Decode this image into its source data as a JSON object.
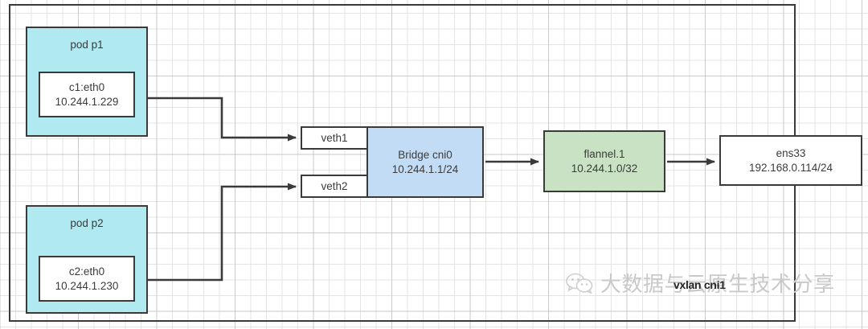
{
  "diagram": {
    "title": "kubernetes flannel vxlan pod networking",
    "container_name": "node-host-boundary",
    "colors": {
      "pod_fill": "#b0e9f0",
      "bridge_fill": "#c2dcf5",
      "flannel_fill": "#c9e2c3",
      "plain_fill": "#ffffff",
      "stroke": "#3a3a3a",
      "text": "#3b3b3b",
      "watermark": "#c9c9c9",
      "grid_minor": "#e1e1e1",
      "grid_major": "#b4b4b4"
    }
  },
  "nodes": {
    "pod_p1": {
      "label": "pod p1"
    },
    "pod_p2": {
      "label": "pod p2"
    },
    "iface_c1": {
      "line1": "c1:eth0",
      "line2": "10.244.1.229"
    },
    "iface_c2": {
      "line1": "c2:eth0",
      "line2": "10.244.1.230"
    },
    "veth1": {
      "label": "veth1"
    },
    "veth2": {
      "label": "veth2"
    },
    "bridge": {
      "line1": "Bridge cni0",
      "line2": "10.244.1.1/24"
    },
    "flannel": {
      "line1": "flannel.1",
      "line2": "10.244.1.0/32"
    },
    "ens33": {
      "line1": "ens33",
      "line2": "192.168.0.114/24"
    }
  },
  "edges": [
    {
      "name": "c1-to-veth1",
      "from": "iface_c1",
      "to": "veth1",
      "style": "orthogonal",
      "arrows": "both"
    },
    {
      "name": "c2-to-veth2",
      "from": "iface_c2",
      "to": "veth2",
      "style": "orthogonal",
      "arrows": "both"
    },
    {
      "name": "bridge-to-flannel",
      "from": "bridge",
      "to": "flannel",
      "style": "straight",
      "arrows": "end"
    },
    {
      "name": "flannel-to-ens33",
      "from": "flannel",
      "to": "ens33",
      "style": "straight",
      "arrows": "end"
    }
  ],
  "overlay": {
    "watermark_text": "大数据与云原生技术分享",
    "watermark_icon": "wechat-logo-icon",
    "obscured_label": "vxlan cni1"
  }
}
